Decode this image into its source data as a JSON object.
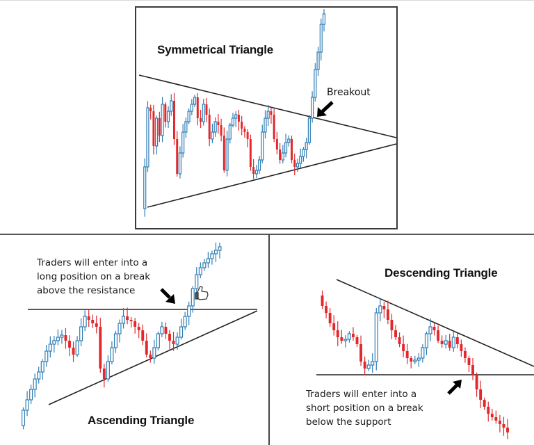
{
  "colors": {
    "up": "#2e7db5",
    "down": "#e2282c",
    "line": "#222222",
    "frame": "#3a3a3a"
  },
  "panels": {
    "symmetrical": {
      "title": "Symmetrical Triangle",
      "annotation": "Breakout",
      "icons": [
        "arrow-down-left-icon"
      ]
    },
    "ascending": {
      "title": "Ascending Triangle",
      "note_lines": [
        "Traders will enter into a",
        "long position on a break",
        "above the resistance"
      ],
      "icons": [
        "arrow-down-right-icon",
        "thumbs-up-icon"
      ]
    },
    "descending": {
      "title": "Descending Triangle",
      "note_lines": [
        "Traders will enter into a",
        "short position on a break",
        "below the support"
      ],
      "icons": [
        "arrow-up-right-icon"
      ]
    }
  },
  "chart_data": [
    {
      "type": "candlestick",
      "title": "Symmetrical Triangle",
      "annotations": [
        "Breakout"
      ],
      "trendlines": [
        {
          "name": "resistance (descending)",
          "from": [
            200,
            108
          ],
          "to": [
            570,
            198
          ]
        },
        {
          "name": "support (ascending)",
          "from": [
            212,
            298
          ],
          "to": [
            570,
            207
          ]
        }
      ],
      "pattern": "converging highs and lows, breakout to the upside",
      "price_path_y": [
        300,
        240,
        155,
        160,
        210,
        170,
        195,
        150,
        175,
        160,
        145,
        200,
        250,
        220,
        190,
        175,
        160,
        150,
        140,
        170,
        175,
        150,
        165,
        200,
        190,
        175,
        180,
        195,
        245,
        200,
        180,
        170,
        165,
        175,
        185,
        190,
        200,
        240,
        250,
        245,
        230,
        190,
        170,
        160,
        165,
        200,
        215,
        230,
        220,
        205,
        200,
        230,
        240,
        235,
        225,
        215,
        205,
        170,
        140,
        100,
        75,
        35,
        20
      ]
    },
    {
      "type": "candlestick",
      "title": "Ascending Triangle",
      "annotations": [
        "Traders will enter into a long position on a break above the resistance"
      ],
      "trendlines": [
        {
          "name": "resistance (flat)",
          "from": [
            40,
            445
          ],
          "to": [
            370,
            445
          ]
        },
        {
          "name": "support (ascending)",
          "from": [
            70,
            582
          ],
          "to": [
            370,
            447
          ]
        }
      ],
      "pattern": "flat highs, rising lows, breakout to the upside",
      "price_path_y": [
        612,
        590,
        575,
        560,
        545,
        535,
        520,
        505,
        495,
        490,
        485,
        482,
        490,
        500,
        510,
        490,
        470,
        455,
        460,
        465,
        470,
        530,
        545,
        520,
        500,
        480,
        465,
        455,
        460,
        462,
        470,
        475,
        490,
        510,
        515,
        500,
        480,
        470,
        480,
        490,
        495,
        485,
        470,
        455,
        440,
        415,
        395,
        385,
        378,
        372,
        365,
        360,
        355
      ]
    },
    {
      "type": "candlestick",
      "title": "Descending Triangle",
      "annotations": [
        "Traders will enter into a short position on a break below the support"
      ],
      "trendlines": [
        {
          "name": "resistance (descending)",
          "from": [
            484,
            402
          ],
          "to": [
            768,
            527
          ]
        },
        {
          "name": "support (flat)",
          "from": [
            455,
            539
          ],
          "to": [
            768,
            539
          ]
        }
      ],
      "pattern": "flat lows, falling highs, breakdown to the downside",
      "price_path_y": [
        425,
        440,
        450,
        465,
        475,
        485,
        490,
        488,
        480,
        485,
        495,
        520,
        530,
        525,
        520,
        450,
        440,
        445,
        460,
        475,
        485,
        495,
        505,
        515,
        520,
        518,
        515,
        500,
        480,
        470,
        475,
        490,
        495,
        490,
        500,
        485,
        495,
        505,
        515,
        525,
        540,
        560,
        575,
        585,
        595,
        600,
        605,
        610,
        615,
        622
      ]
    }
  ]
}
